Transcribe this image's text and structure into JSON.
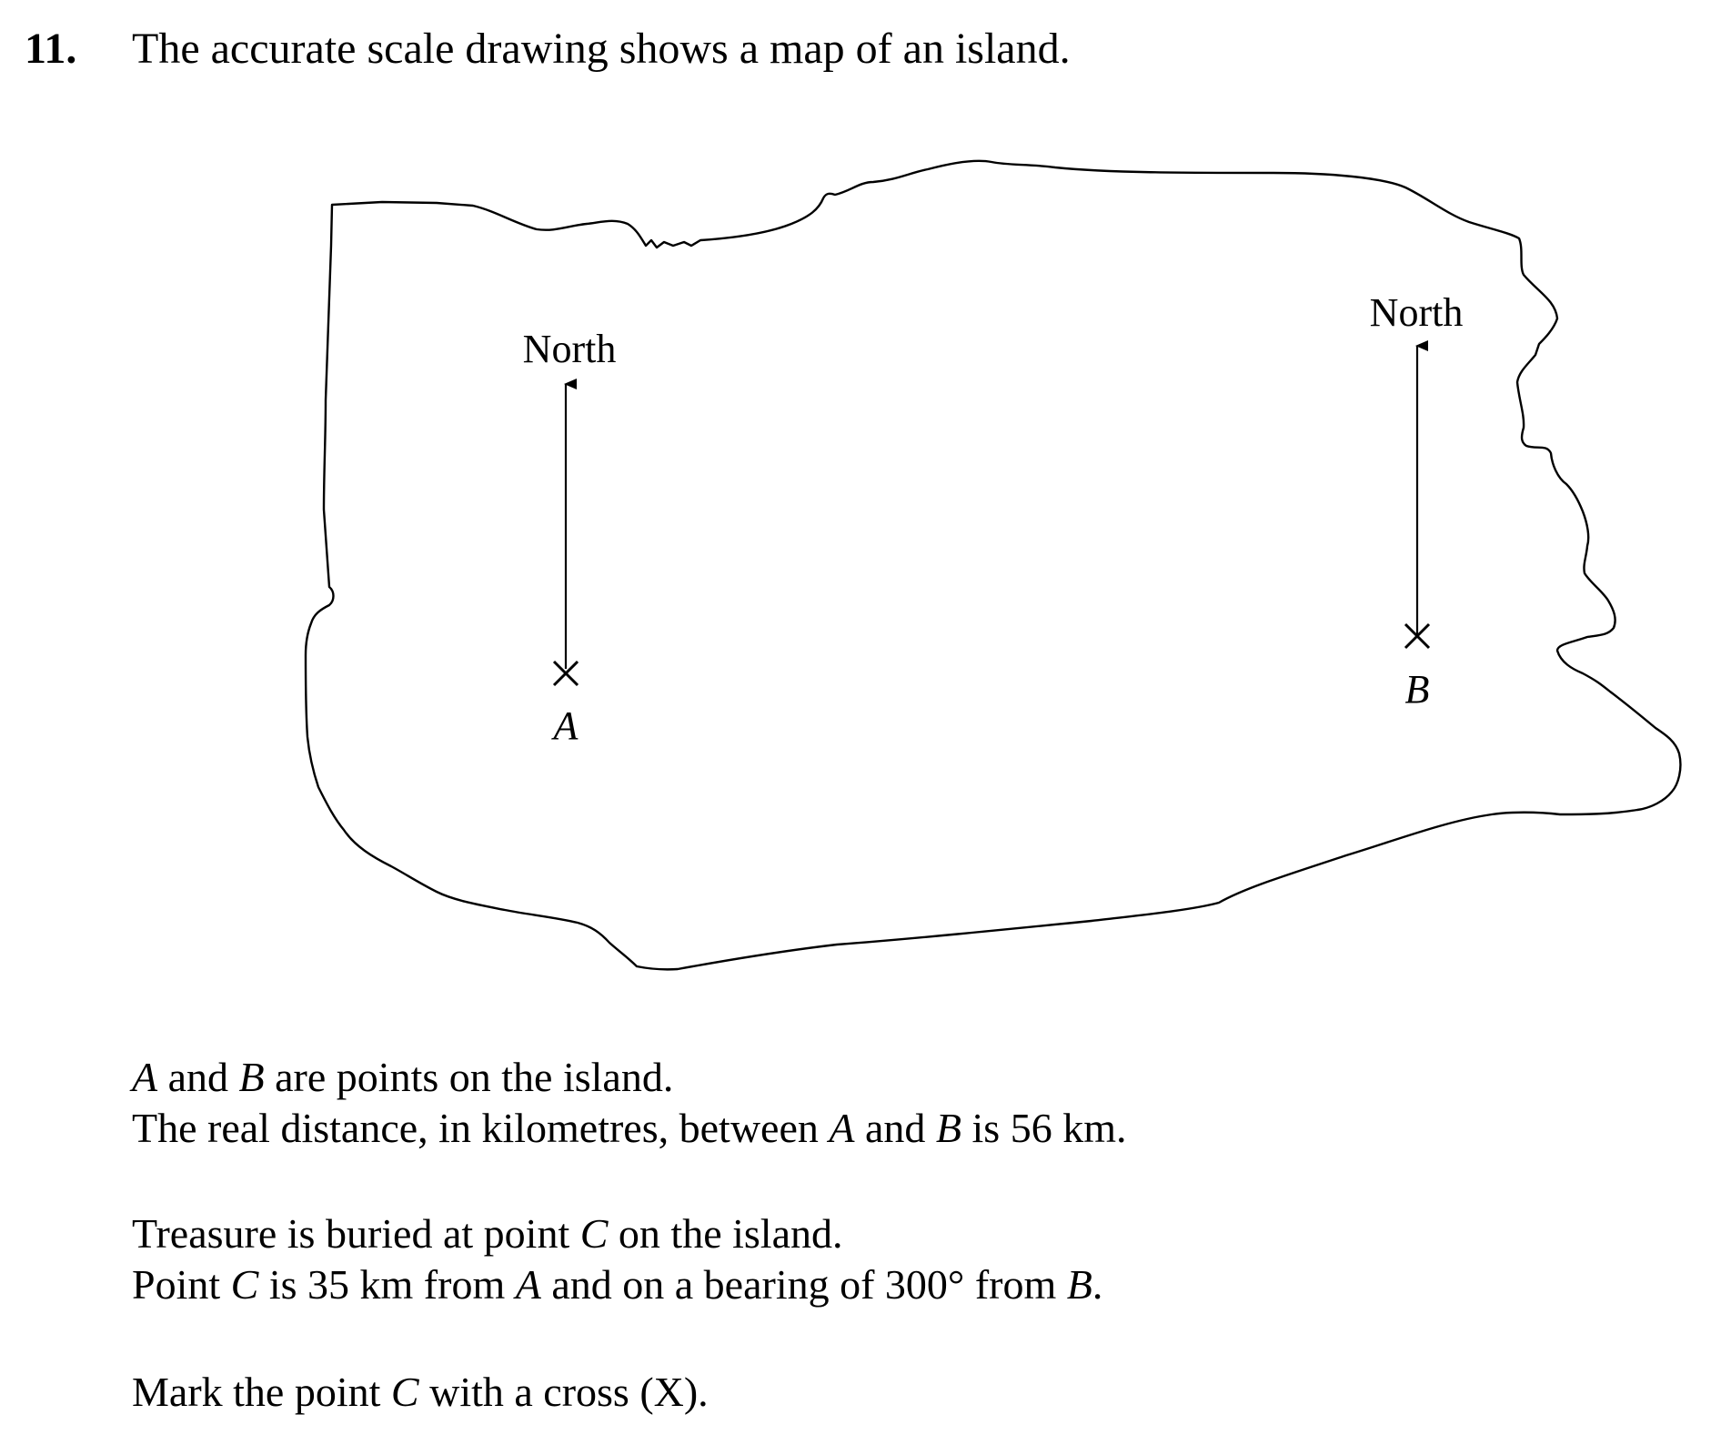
{
  "question": {
    "number": "11.",
    "title": "The accurate scale drawing shows a map of an island."
  },
  "map": {
    "north_label_a": "North",
    "north_label_b": "North",
    "point_a_label": "A",
    "point_b_label": "B"
  },
  "paragraphs": {
    "p1": {
      "line1": {
        "v1": "A",
        "t1": " and ",
        "v2": "B",
        "t2": " are points on the island."
      },
      "line2": {
        "t1": "The real distance, in kilometres, between ",
        "v1": "A",
        "t2": " and ",
        "v2": "B",
        "t3": " is 56 km."
      }
    },
    "p2": {
      "line1": {
        "t1": "Treasure is buried at point ",
        "v1": "C",
        "t2": " on the island."
      },
      "line2": {
        "t1": "Point ",
        "v1": "C",
        "t2": " is 35 km from ",
        "v2": "A",
        "t3": " and on a bearing of 300° from ",
        "v3": "B",
        "t4": "."
      }
    },
    "p3": {
      "line1": {
        "t1": "Mark the point ",
        "v1": "C",
        "t2": " with a cross (X)."
      }
    }
  }
}
